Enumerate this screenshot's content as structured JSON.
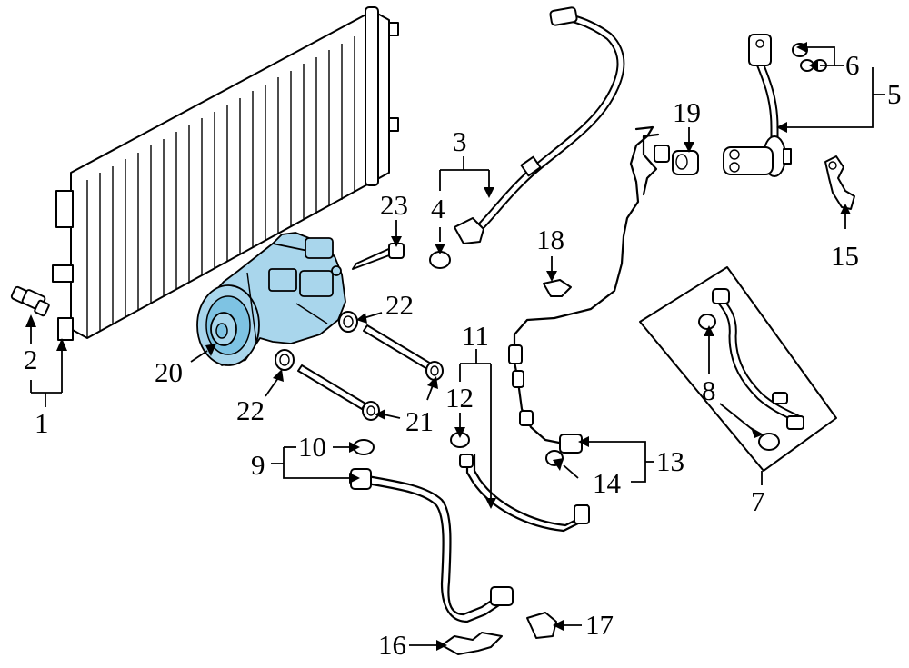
{
  "callouts": {
    "c1": "1",
    "c2": "2",
    "c3": "3",
    "c4": "4",
    "c5": "5",
    "c6": "6",
    "c7": "7",
    "c8": "8",
    "c9": "9",
    "c10": "10",
    "c11": "11",
    "c12": "12",
    "c13": "13",
    "c14": "14",
    "c15": "15",
    "c16": "16",
    "c17": "17",
    "c18": "18",
    "c19": "19",
    "c20": "20",
    "c21": "21",
    "c22a": "22",
    "c22b": "22",
    "c23": "23"
  },
  "colors": {
    "highlight": "#a9d6ec",
    "highlight_dark": "#7ec3e3",
    "line": "#000000"
  }
}
